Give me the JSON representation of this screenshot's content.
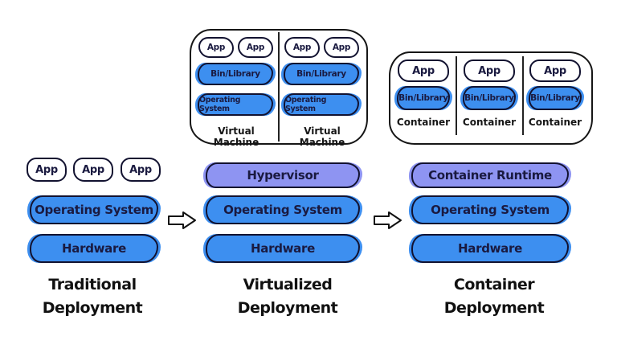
{
  "colors": {
    "layer_blue": "#3d8ff0",
    "layer_purple": "#8e94f2",
    "outline": "#121230"
  },
  "traditional": {
    "apps": [
      "App",
      "App",
      "App"
    ],
    "os": "Operating System",
    "hardware": "Hardware",
    "title_line1": "Traditional",
    "title_line2": "Deployment"
  },
  "virtualized": {
    "vms": [
      {
        "apps": [
          "App",
          "App"
        ],
        "bin": "Bin/Library",
        "os": "Operating System",
        "label": "Virtual Machine"
      },
      {
        "apps": [
          "App",
          "App"
        ],
        "bin": "Bin/Library",
        "os": "Operating System",
        "label": "Virtual Machine"
      }
    ],
    "hypervisor": "Hypervisor",
    "os": "Operating System",
    "hardware": "Hardware",
    "title_line1": "Virtualized",
    "title_line2": "Deployment"
  },
  "container": {
    "containers": [
      {
        "app": "App",
        "bin": "Bin/Library",
        "label": "Container"
      },
      {
        "app": "App",
        "bin": "Bin/Library",
        "label": "Container"
      },
      {
        "app": "App",
        "bin": "Bin/Library",
        "label": "Container"
      }
    ],
    "runtime": "Container Runtime",
    "os": "Operating System",
    "hardware": "Hardware",
    "title_line1": "Container",
    "title_line2": "Deployment"
  }
}
